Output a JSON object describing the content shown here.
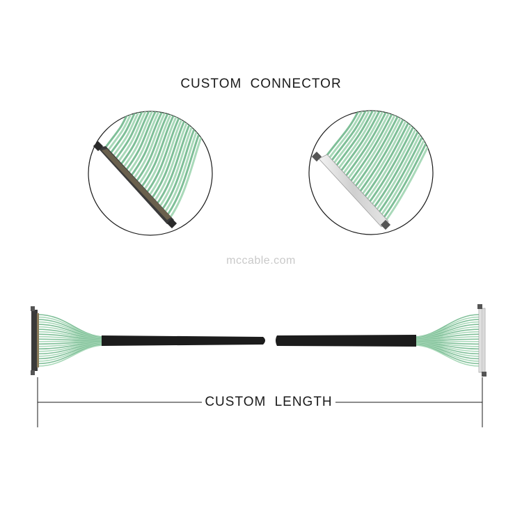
{
  "header": {
    "title": "CUSTOM CONNECTOR"
  },
  "watermark": {
    "text": "mccable.com"
  },
  "dimension": {
    "label": "CUSTOM LENGTH"
  },
  "colors": {
    "wire_green": "#a9d9b9",
    "wire_dark": "#7fbf98",
    "jacket": "#1c1c1c",
    "connector_dark": "#3a3a3a",
    "connector_metal": "#d8d8d8"
  }
}
